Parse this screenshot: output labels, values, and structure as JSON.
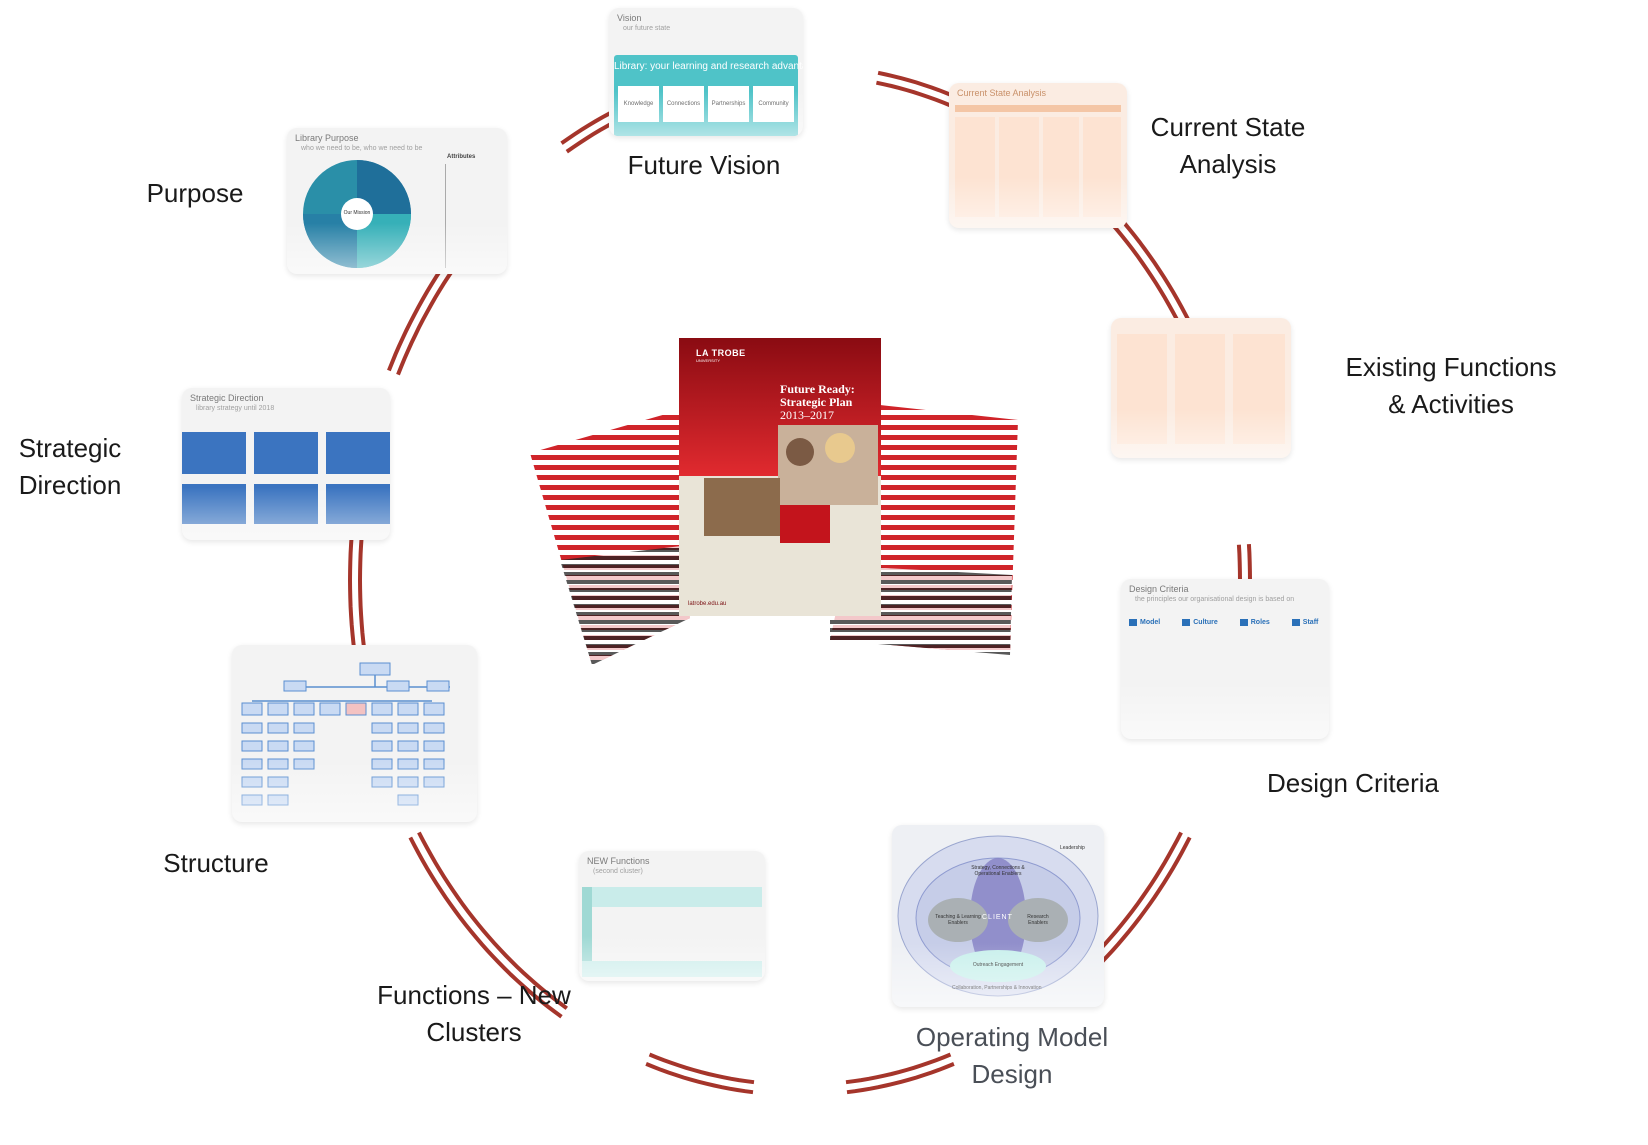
{
  "colors": {
    "ring": "#a5352b",
    "vision_teal": "#4fc3c8",
    "analysis_orange": "#f6c8a8",
    "strategy_blue": "#3b74c0",
    "purpose_teal": "#2a8fa8",
    "plan_red": "#b8121b"
  },
  "stages": {
    "future_vision": {
      "label": "Future Vision",
      "thumb_title": "Vision",
      "thumb_sub": "our future state",
      "banner": "Library: your learning and research advantage",
      "boxes": [
        "Knowledge",
        "Connections",
        "Partnerships",
        "Community"
      ]
    },
    "current_state": {
      "label_l1": "Current State",
      "label_l2": "Analysis",
      "thumb_title": "Current State Analysis"
    },
    "existing_functions": {
      "label_l1": "Existing Functions",
      "label_l2": "& Activities"
    },
    "design_criteria": {
      "label": "Design Criteria",
      "thumb_title": "Design Criteria",
      "thumb_sub": "the principles our organisational design is based on",
      "columns": [
        "Model",
        "Culture",
        "Roles",
        "Staff"
      ]
    },
    "operating_model": {
      "label_l1": "Operating Model",
      "label_l2": "Design",
      "outer": "Leadership",
      "top": "Strategy, Connections & Operational Enablers",
      "left": "Teaching & Learning Enablers",
      "center": "CLIENT",
      "right": "Research Enablers",
      "bottom": "Outreach Engagement",
      "ring_text": "Collaboration, Partnerships & Innovation"
    },
    "functions_clusters": {
      "label_l1": "Functions – New",
      "label_l2": "Clusters",
      "thumb_title": "NEW Functions",
      "thumb_sub": "(second cluster)"
    },
    "structure": {
      "label": "Structure"
    },
    "strategic_direction": {
      "label_l1": "Strategic",
      "label_l2": "Direction",
      "thumb_title": "Strategic Direction",
      "thumb_sub": "library strategy until 2018"
    },
    "purpose": {
      "label": "Purpose",
      "thumb_title": "Library Purpose",
      "thumb_sub": "who we need to be, who we need to be",
      "center": "Our Mission",
      "side_title": "Attributes"
    }
  },
  "plan": {
    "brand": "LA TROBE",
    "brand_sub": "UNIVERSITY",
    "title_l1": "Future Ready:",
    "title_l2": "Strategic Plan",
    "title_l3": "2013–2017",
    "url": "latrobe.edu.au"
  }
}
